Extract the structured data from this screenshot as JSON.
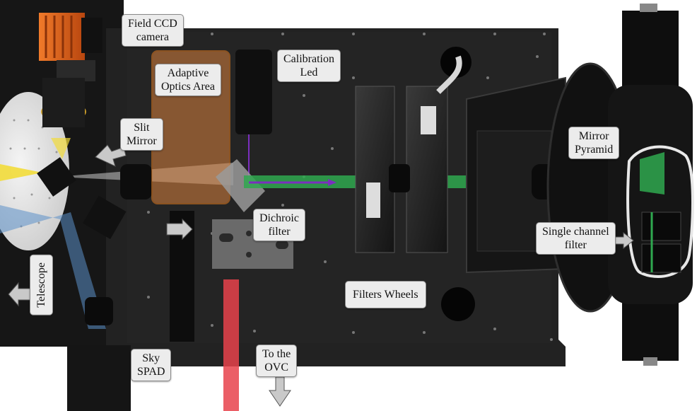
{
  "labels": {
    "field_ccd": [
      "Field CCD",
      "camera"
    ],
    "adaptive_optics": [
      "Adaptive",
      "Optics Area"
    ],
    "calibration_led": [
      "Calibration",
      "Led"
    ],
    "slit_mirror": [
      "Slit",
      "Mirror"
    ],
    "mirror_pyramid": [
      "Mirror",
      "Pyramid"
    ],
    "dichroic_filter": [
      "Dichroic",
      "filter"
    ],
    "single_channel_filter": [
      "Single channel",
      "filter"
    ],
    "filters_wheels": "Filters Wheels",
    "telescope": "Telescope",
    "sky_spad": [
      "Sky",
      "SPAD"
    ],
    "to_the_ovc": [
      "To the",
      "OVC"
    ]
  },
  "colors": {
    "bench": "#1f1f1f",
    "ao_area": "#d9823f",
    "beam_green": "#2fa84f",
    "beam_purple": "#7b2fbf",
    "beam_red": "#e8424b",
    "beam_yellow": "#f2dc3a",
    "beam_blue": "#5b8fc9",
    "camera_orange": "#e3641b",
    "highlight": "#e8e8e8"
  },
  "icons": [
    "left-arrow-icon",
    "right-arrow-icon",
    "down-arrow-icon"
  ]
}
